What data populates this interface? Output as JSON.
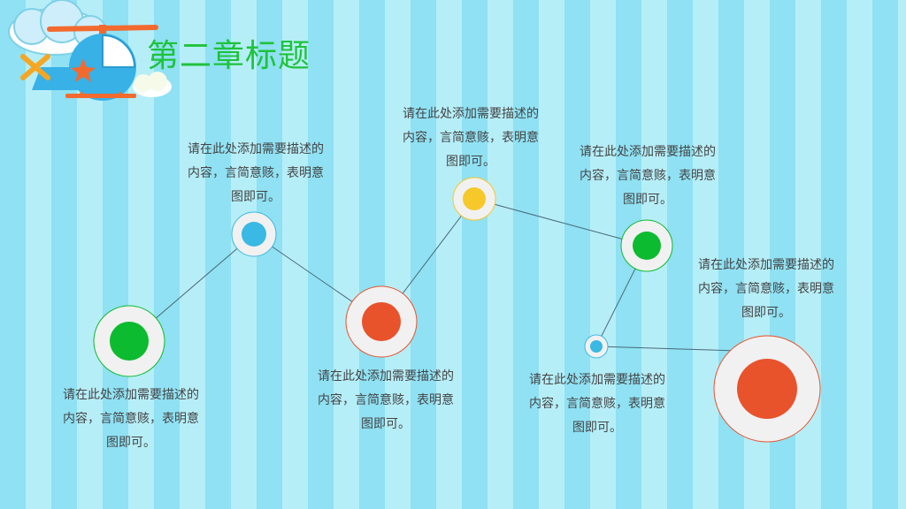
{
  "title": "第二章标题",
  "descriptions": [
    "请在此处添加需要描述的\n内容，言简意赅，表明意\n图即可。",
    "请在此处添加需要描述的\n内容，言简意赅，表明意\n图即可。",
    "请在此处添加需要描述的\n内容，言简意赅，表明意\n图即可。",
    "请在此处添加需要描述的\n内容，言简意赅，表明意\n图即可。",
    "请在此处添加需要描述的\n内容，言简意赅，表明意\n图即可。",
    "请在此处添加需要描述的\n内容，言简意赅，表明意\n图即可。",
    "请在此处添加需要描述的\n内容，言简意赅，表明意\n图即可。"
  ],
  "colors": {
    "green": "#0cbb2f",
    "orange_red": "#e8532c",
    "sky_blue": "#39b9e3",
    "yellow": "#f6c82a",
    "title_green": "#1ec33a"
  }
}
